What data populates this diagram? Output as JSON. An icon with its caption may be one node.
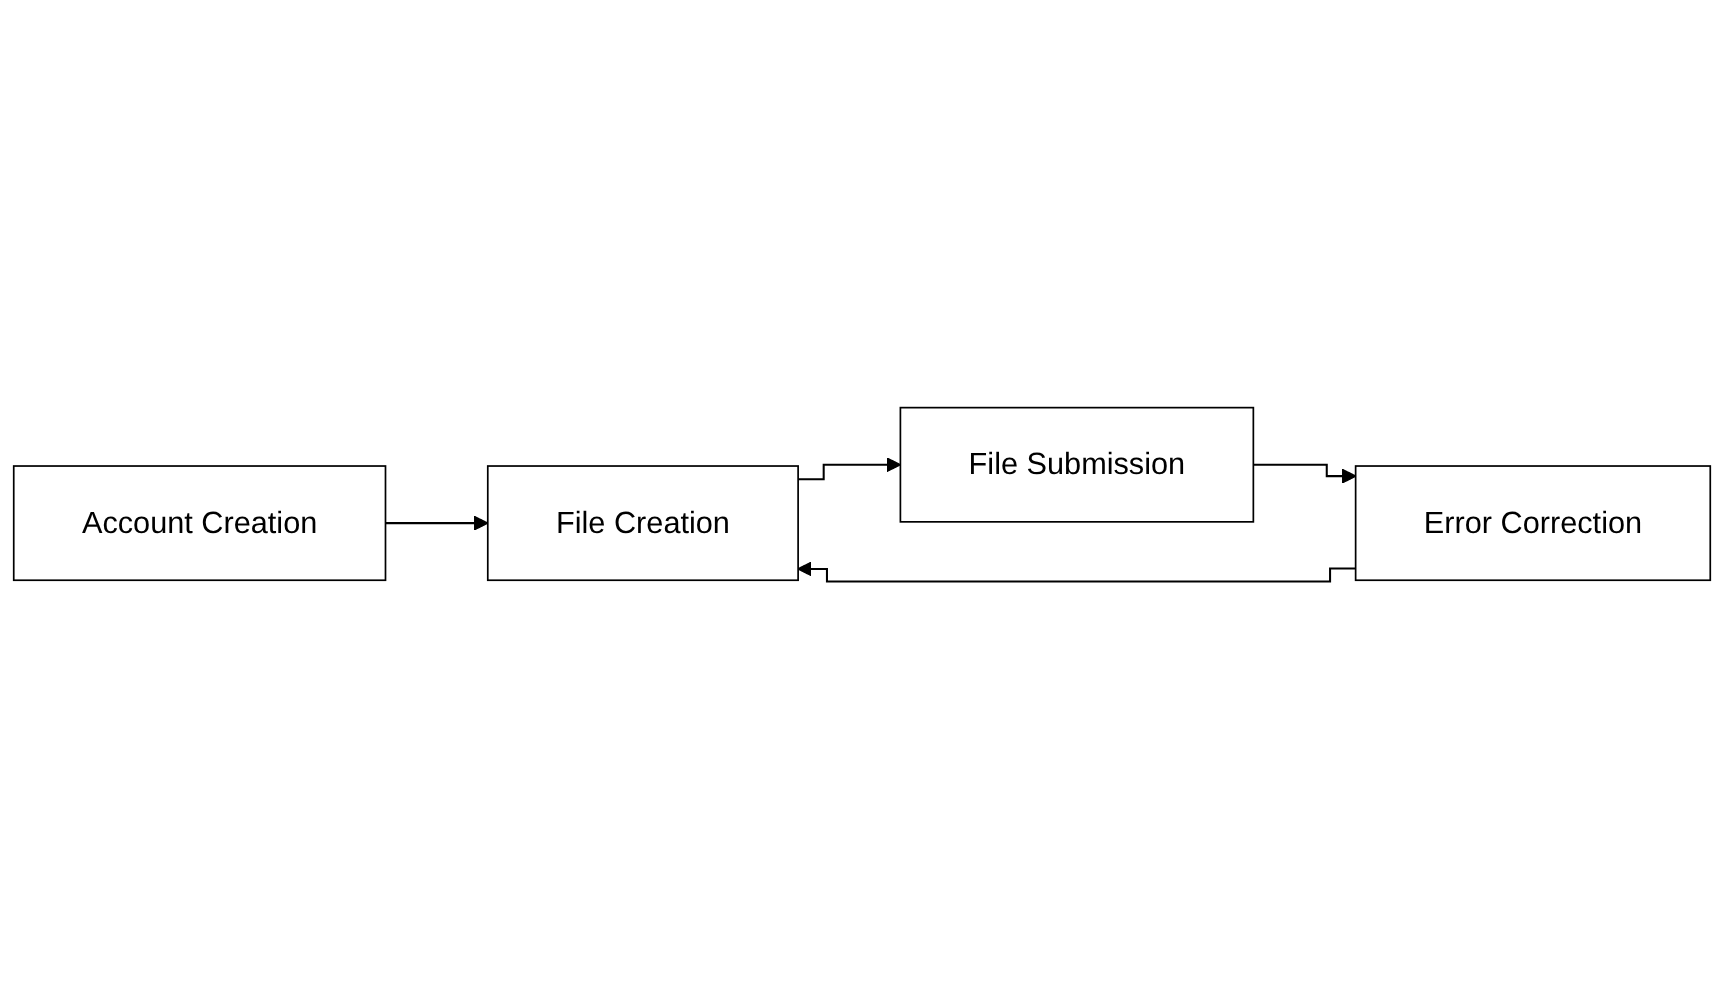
{
  "diagram": {
    "nodes": [
      {
        "text": [
          "Account Creation"
        ]
      },
      {
        "text": [
          "File Creation"
        ]
      },
      {
        "text": [
          "File Submission"
        ]
      },
      {
        "text": [
          "Error Correction"
        ]
      }
    ],
    "edges": [
      {
        "from": 0,
        "to": 1,
        "arrow": "to"
      },
      {
        "from": 1,
        "to": 2,
        "arrow": "to"
      },
      {
        "from": 2,
        "to": 3,
        "arrow": "to"
      },
      {
        "from": 3,
        "to": 1,
        "arrow": "to"
      }
    ]
  }
}
